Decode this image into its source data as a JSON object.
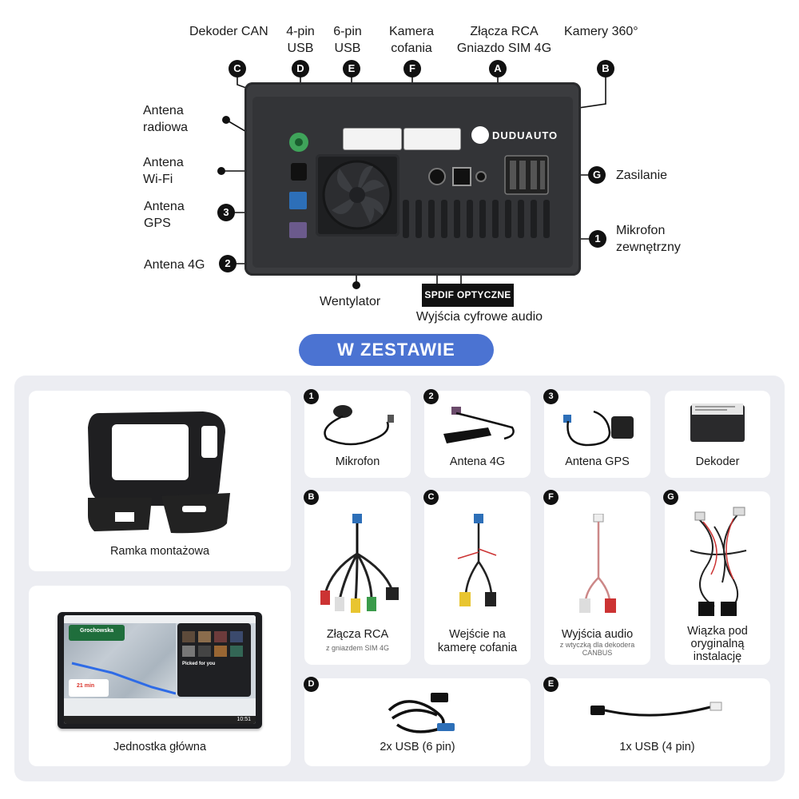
{
  "diagram": {
    "labels": {
      "dekoder_can": "Dekoder CAN",
      "usb4_line1": "4-pin",
      "usb4_line2": "USB",
      "usb6_line1": "6-pin",
      "usb6_line2": "USB",
      "kamera_line1": "Kamera",
      "kamera_line2": "cofania",
      "rca_line1": "Złącza RCA",
      "rca_line2": "Gniazdo SIM 4G",
      "kamery360": "Kamery 360°",
      "antena_radiowa_line1": "Antena",
      "antena_radiowa_line2": "radiowa",
      "antena_wifi_line1": "Antena",
      "antena_wifi_line2": "Wi-Fi",
      "antena_gps_line1": "Antena",
      "antena_gps_line2": "GPS",
      "antena_4g": "Antena 4G",
      "zasilanie": "Zasilanie",
      "mikrofon_line1": "Mikrofon",
      "mikrofon_line2": "zewnętrzny",
      "wentylator": "Wentylator",
      "spdif": "SPDIF OPTYCZNE",
      "wyjscia_cyfrowe": "Wyjścia cyfrowe audio"
    },
    "badges": {
      "c": "C",
      "d": "D",
      "e": "E",
      "f": "F",
      "a": "A",
      "b": "B",
      "g": "G",
      "one": "1",
      "two": "2",
      "three": "3"
    },
    "brand": "DUDUAUTO"
  },
  "section_title": "W ZESTAWIE",
  "kit": {
    "ramka": "Ramka montażowa",
    "jednostka": "Jednostka główna",
    "mikrofon": {
      "badge": "1",
      "label": "Mikrofon"
    },
    "antena4g": {
      "badge": "2",
      "label": "Antena 4G"
    },
    "antenagps": {
      "badge": "3",
      "label": "Antena GPS"
    },
    "dekoder": {
      "label": "Dekoder"
    },
    "rca": {
      "badge": "B",
      "label": "Złącza RCA",
      "sub": "z gniazdem SIM 4G"
    },
    "kamera": {
      "badge": "C",
      "label_line1": "Wejście na",
      "label_line2": "kamerę cofania"
    },
    "audio": {
      "badge": "F",
      "label": "Wyjścia audio",
      "sub_line1": "z wtyczką dla dekodera",
      "sub_line2": "CANBUS"
    },
    "wiazka": {
      "badge": "G",
      "label_line1": "Wiązka pod",
      "label_line2": "oryginalną",
      "label_line3": "instalację"
    },
    "usb6": {
      "badge": "D",
      "label": "2x USB (6 pin)"
    },
    "usb4": {
      "badge": "E",
      "label": "1x USB (4 pin)"
    }
  },
  "colors": {
    "accent": "#4b73d2",
    "panel": "#ecedf2",
    "badge": "#111111",
    "unit": "#3b3c3f"
  },
  "screen": {
    "nav_street": "Grochowska",
    "eta": "21 min",
    "clock": "10:51",
    "music_title": "Picked for you"
  }
}
